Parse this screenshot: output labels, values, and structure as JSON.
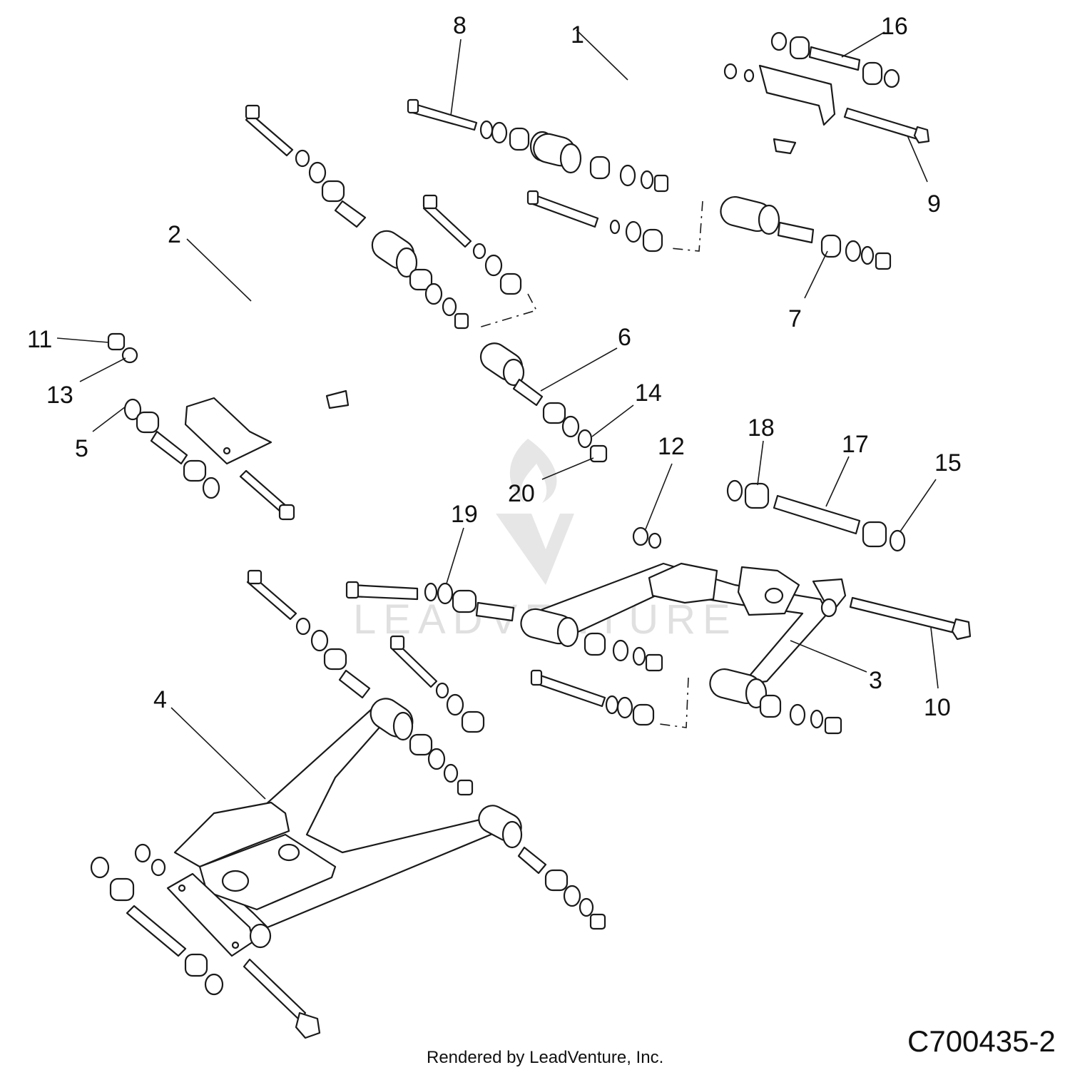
{
  "diagram": {
    "callouts": [
      "1",
      "2",
      "3",
      "4",
      "5",
      "6",
      "7",
      "8",
      "9",
      "10",
      "11",
      "12",
      "13",
      "14",
      "15",
      "16",
      "17",
      "18",
      "19",
      "20"
    ],
    "watermark": "LEADVENTURE",
    "diagram_code": "C700435-2",
    "credit": "Rendered by LeadVenture, Inc."
  }
}
